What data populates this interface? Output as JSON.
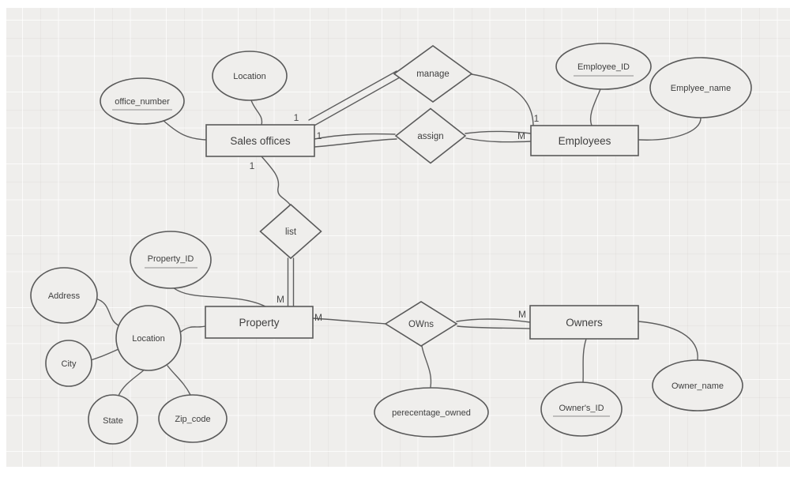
{
  "er": {
    "entities": {
      "sales_offices": "Sales offices",
      "employees": "Employees",
      "property": "Property",
      "owners": "Owners"
    },
    "relationships": {
      "manage": "manage",
      "assign": "assign",
      "list": "list",
      "owns": "OWns"
    },
    "attributes": {
      "office_number": "office_number",
      "sales_location": "Location",
      "employee_id": "Employee_ID",
      "employee_name": "Emplyee_name",
      "property_id": "Property_ID",
      "address": "Address",
      "property_location": "Location",
      "city": "City",
      "state": "State",
      "zip_code": "Zip_code",
      "percentage_owned": "perecentage_owned",
      "owners_id": "Owner's_ID",
      "owner_name": "Owner_name"
    },
    "primary_key_attributes": [
      "office_number",
      "Employee_ID",
      "Property_ID",
      "Owner's_ID"
    ],
    "cardinalities": {
      "sales_manage": "1",
      "sales_assign": "1",
      "sales_list": "1",
      "employees_manage": "1",
      "employees_assign": "M",
      "property_list": "M",
      "property_owns": "M",
      "owners_owns": "M"
    },
    "colors": {
      "stroke": "#5a5a5a",
      "text": "#3f3f3f",
      "canvas_bg": "#efeeec",
      "page_bg": "#ffffff",
      "grid_line": "#f5f4f2"
    }
  }
}
